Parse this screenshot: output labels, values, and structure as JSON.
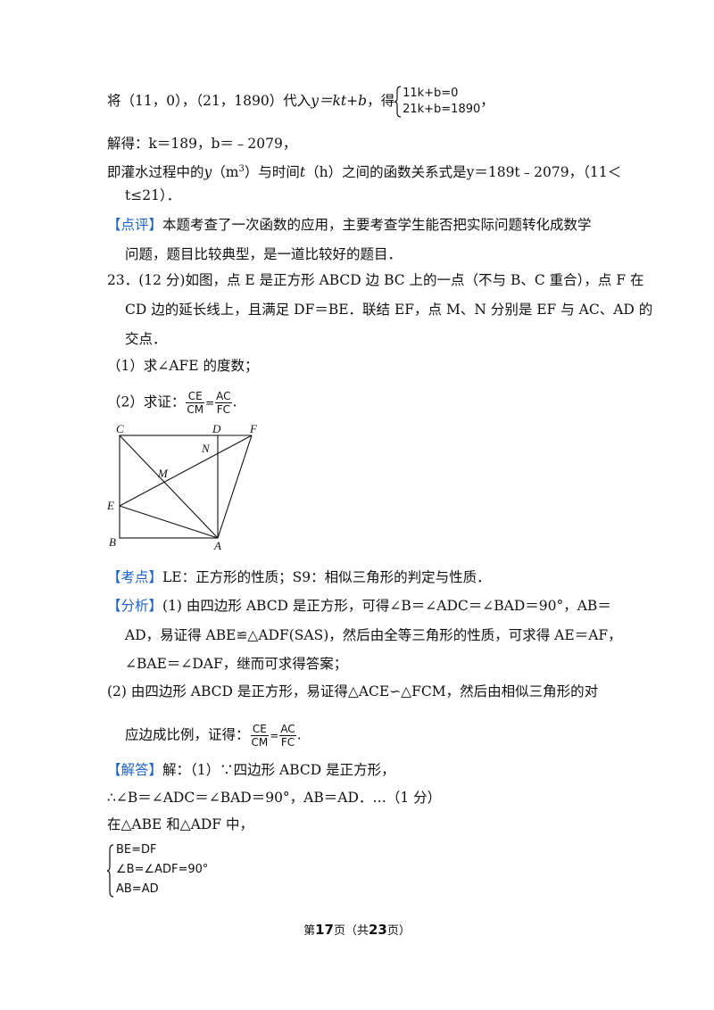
{
  "l1": {
    "prefix": "将（11，0），（21，1890）代入",
    "eq": "y＝kt+b",
    "mid": "，得",
    "sys1": "11k+b=0",
    "sys2": "21k+b=1890",
    "suffix": "，"
  },
  "l2": "解得：k＝189，b＝﹣2079，",
  "l3": {
    "a": "即灌水过程中的",
    "y": "y",
    "b": "（m",
    "sup": "3",
    "c": "）与时间",
    "t": "t",
    "d": "（h）之间的函数关系式是",
    "eq": "y＝189t﹣2079",
    "e": "，（11＜"
  },
  "l4": "t≤21）．",
  "comment": {
    "tag": "【点评】",
    "line1": "本题考查了一次函数的应用，主要考查学生能否把实际问题转化成数学",
    "line2": "问题，题目比较典型，是一道比较好的题目．"
  },
  "q23": {
    "line1": "23．(12 分)如图，点 E 是正方形 ABCD 边 BC 上的一点（不与 B、C 重合），点 F 在",
    "line2": "CD 边的延长线上，且满足 DF＝BE．联结 EF，点 M、N 分别是 EF 与 AC、AD 的",
    "line3": "交点．",
    "part1": "（1）求∠AFE 的度数；",
    "part2_prefix": "（2）求证：",
    "frac1_num": "CE",
    "frac1_den": "CM",
    "eqsign": "=",
    "frac2_num": "AC",
    "frac2_den": "FC",
    "period": "."
  },
  "figure": {
    "labels": {
      "C": "C",
      "D": "D",
      "F": "F",
      "N": "N",
      "M": "M",
      "E": "E",
      "B": "B",
      "A": "A"
    }
  },
  "kaodian": {
    "tag": "【考点】",
    "text": "LE：正方形的性质；S9：相似三角形的判定与性质．"
  },
  "fenxi": {
    "tag": "【分析】",
    "line1": "(1) 由四边形 ABCD 是正方形，可得∠B＝∠ADC＝∠BAD＝90°，AB＝",
    "line2": "AD，易证得 ABE≌△ADF(SAS)，然后由全等三角形的性质，可求得 AE＝AF，",
    "line3": "∠BAE＝∠DAF，继而可求得答案；",
    "line4": "(2) 由四边形 ABCD 是正方形，易证得△ACE∽△FCM，然后由相似三角形的对",
    "line5_prefix": "应边成比例，证得：",
    "frac1_num": "CE",
    "frac1_den": "CM",
    "eqsign": "=",
    "frac2_num": "AC",
    "frac2_den": "FC",
    "period": "."
  },
  "jieda": {
    "tag": "【解答】",
    "line1": "解：（1）∵四边形 ABCD 是正方形，",
    "line2": "∴∠B＝∠ADC＝∠BAD＝90°，AB＝AD．…（1 分）",
    "line3": "在△ABE 和△ADF 中，",
    "sys1": "BE=DF",
    "sys2": "∠B=∠ADF=90°",
    "sys3": "AB=AD"
  },
  "footer": {
    "pre": "第",
    "page": "17",
    "mid": "页（共",
    "total": "23",
    "post": "页）"
  }
}
